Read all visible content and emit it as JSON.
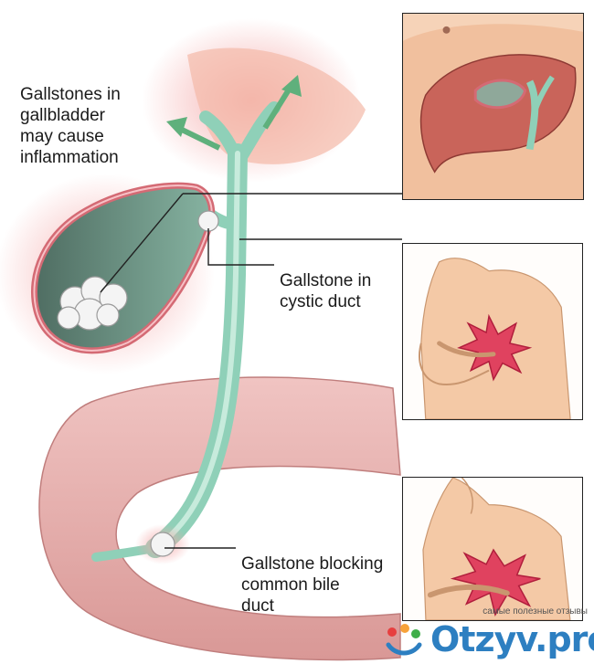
{
  "captions": {
    "inflammation": "Gallstones in\ngallbladder\nmay cause\ninflammation",
    "cystic": "Gallstone in\ncystic duct",
    "common": "Gallstone blocking\ncommon bile\nduct"
  },
  "watermark": {
    "tagline": "самые полезные отзывы",
    "brand": "Otzyv.pro"
  },
  "colors": {
    "duct": "#8fd0b8",
    "pancreas": "#e8b5b4",
    "gallbladder_wall": "#d46a74",
    "skin": "#f4c9a6",
    "pain": "#e0425f",
    "arrow": "#5fb07c",
    "brand": "#2d7fc1"
  }
}
